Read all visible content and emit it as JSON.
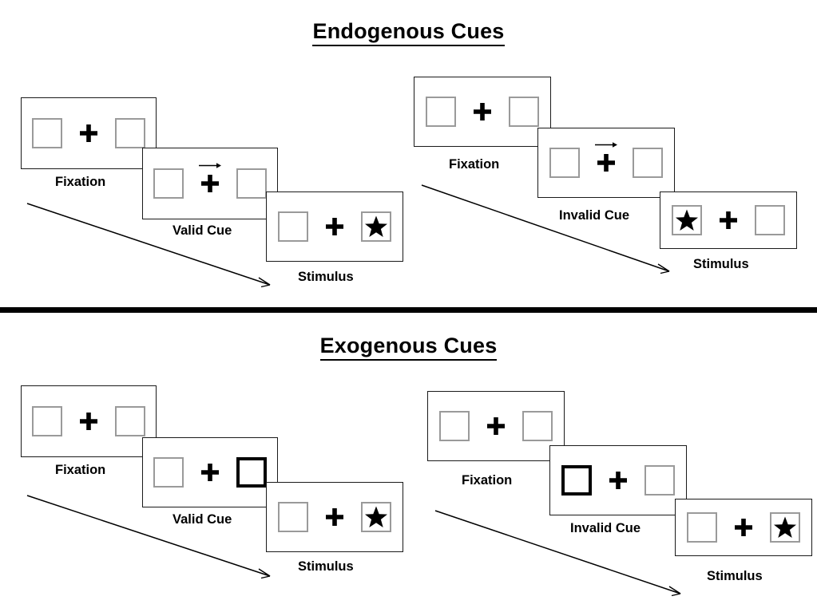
{
  "figure": {
    "background": "#ffffff",
    "ink": "#000000",
    "box_outline_color": "#9a9a9a",
    "cue_outline_color": "#000000",
    "divider_color": "#000000"
  },
  "sections": [
    {
      "id": "endogenous",
      "title": "Endogenous Cues",
      "sequences": [
        {
          "id": "endogenous-valid",
          "frames": [
            {
              "label": "Fixation",
              "left_box": {
                "cued": false,
                "star": false
              },
              "right_box": {
                "cued": false,
                "star": false
              },
              "center": {
                "fixation_cross": true,
                "arrow_cue": false
              }
            },
            {
              "label": "Valid Cue",
              "left_box": {
                "cued": false,
                "star": false
              },
              "right_box": {
                "cued": false,
                "star": false
              },
              "center": {
                "fixation_cross": true,
                "arrow_cue": true,
                "arrow_direction": "right"
              }
            },
            {
              "label": "Stimulus",
              "left_box": {
                "cued": false,
                "star": false
              },
              "right_box": {
                "cued": false,
                "star": true
              },
              "center": {
                "fixation_cross": true,
                "arrow_cue": false
              }
            }
          ]
        },
        {
          "id": "endogenous-invalid",
          "frames": [
            {
              "label": "Fixation",
              "left_box": {
                "cued": false,
                "star": false
              },
              "right_box": {
                "cued": false,
                "star": false
              },
              "center": {
                "fixation_cross": true,
                "arrow_cue": false
              }
            },
            {
              "label": "Invalid Cue",
              "left_box": {
                "cued": false,
                "star": false
              },
              "right_box": {
                "cued": false,
                "star": false
              },
              "center": {
                "fixation_cross": true,
                "arrow_cue": true,
                "arrow_direction": "right"
              }
            },
            {
              "label": "Stimulus",
              "left_box": {
                "cued": false,
                "star": true
              },
              "right_box": {
                "cued": false,
                "star": false
              },
              "center": {
                "fixation_cross": true,
                "arrow_cue": false
              }
            }
          ]
        }
      ]
    },
    {
      "id": "exogenous",
      "title": "Exogenous Cues",
      "sequences": [
        {
          "id": "exogenous-valid",
          "frames": [
            {
              "label": "Fixation",
              "left_box": {
                "cued": false,
                "star": false
              },
              "right_box": {
                "cued": false,
                "star": false
              },
              "center": {
                "fixation_cross": true,
                "arrow_cue": false
              }
            },
            {
              "label": "Valid Cue",
              "left_box": {
                "cued": false,
                "star": false
              },
              "right_box": {
                "cued": true,
                "star": false
              },
              "center": {
                "fixation_cross": true,
                "arrow_cue": false
              }
            },
            {
              "label": "Stimulus",
              "left_box": {
                "cued": false,
                "star": false
              },
              "right_box": {
                "cued": false,
                "star": true
              },
              "center": {
                "fixation_cross": true,
                "arrow_cue": false
              }
            }
          ]
        },
        {
          "id": "exogenous-invalid",
          "frames": [
            {
              "label": "Fixation",
              "left_box": {
                "cued": false,
                "star": false
              },
              "right_box": {
                "cued": false,
                "star": false
              },
              "center": {
                "fixation_cross": true,
                "arrow_cue": false
              }
            },
            {
              "label": "Invalid Cue",
              "left_box": {
                "cued": true,
                "star": false
              },
              "right_box": {
                "cued": false,
                "star": false
              },
              "center": {
                "fixation_cross": true,
                "arrow_cue": false
              }
            },
            {
              "label": "Stimulus",
              "left_box": {
                "cued": false,
                "star": false
              },
              "right_box": {
                "cued": false,
                "star": true
              },
              "center": {
                "fixation_cross": true,
                "arrow_cue": false
              }
            }
          ]
        }
      ]
    }
  ],
  "time_arrows": [
    {
      "id": "endogenous-valid-time-arrow"
    },
    {
      "id": "endogenous-invalid-time-arrow"
    },
    {
      "id": "exogenous-valid-time-arrow"
    },
    {
      "id": "exogenous-invalid-time-arrow"
    }
  ]
}
